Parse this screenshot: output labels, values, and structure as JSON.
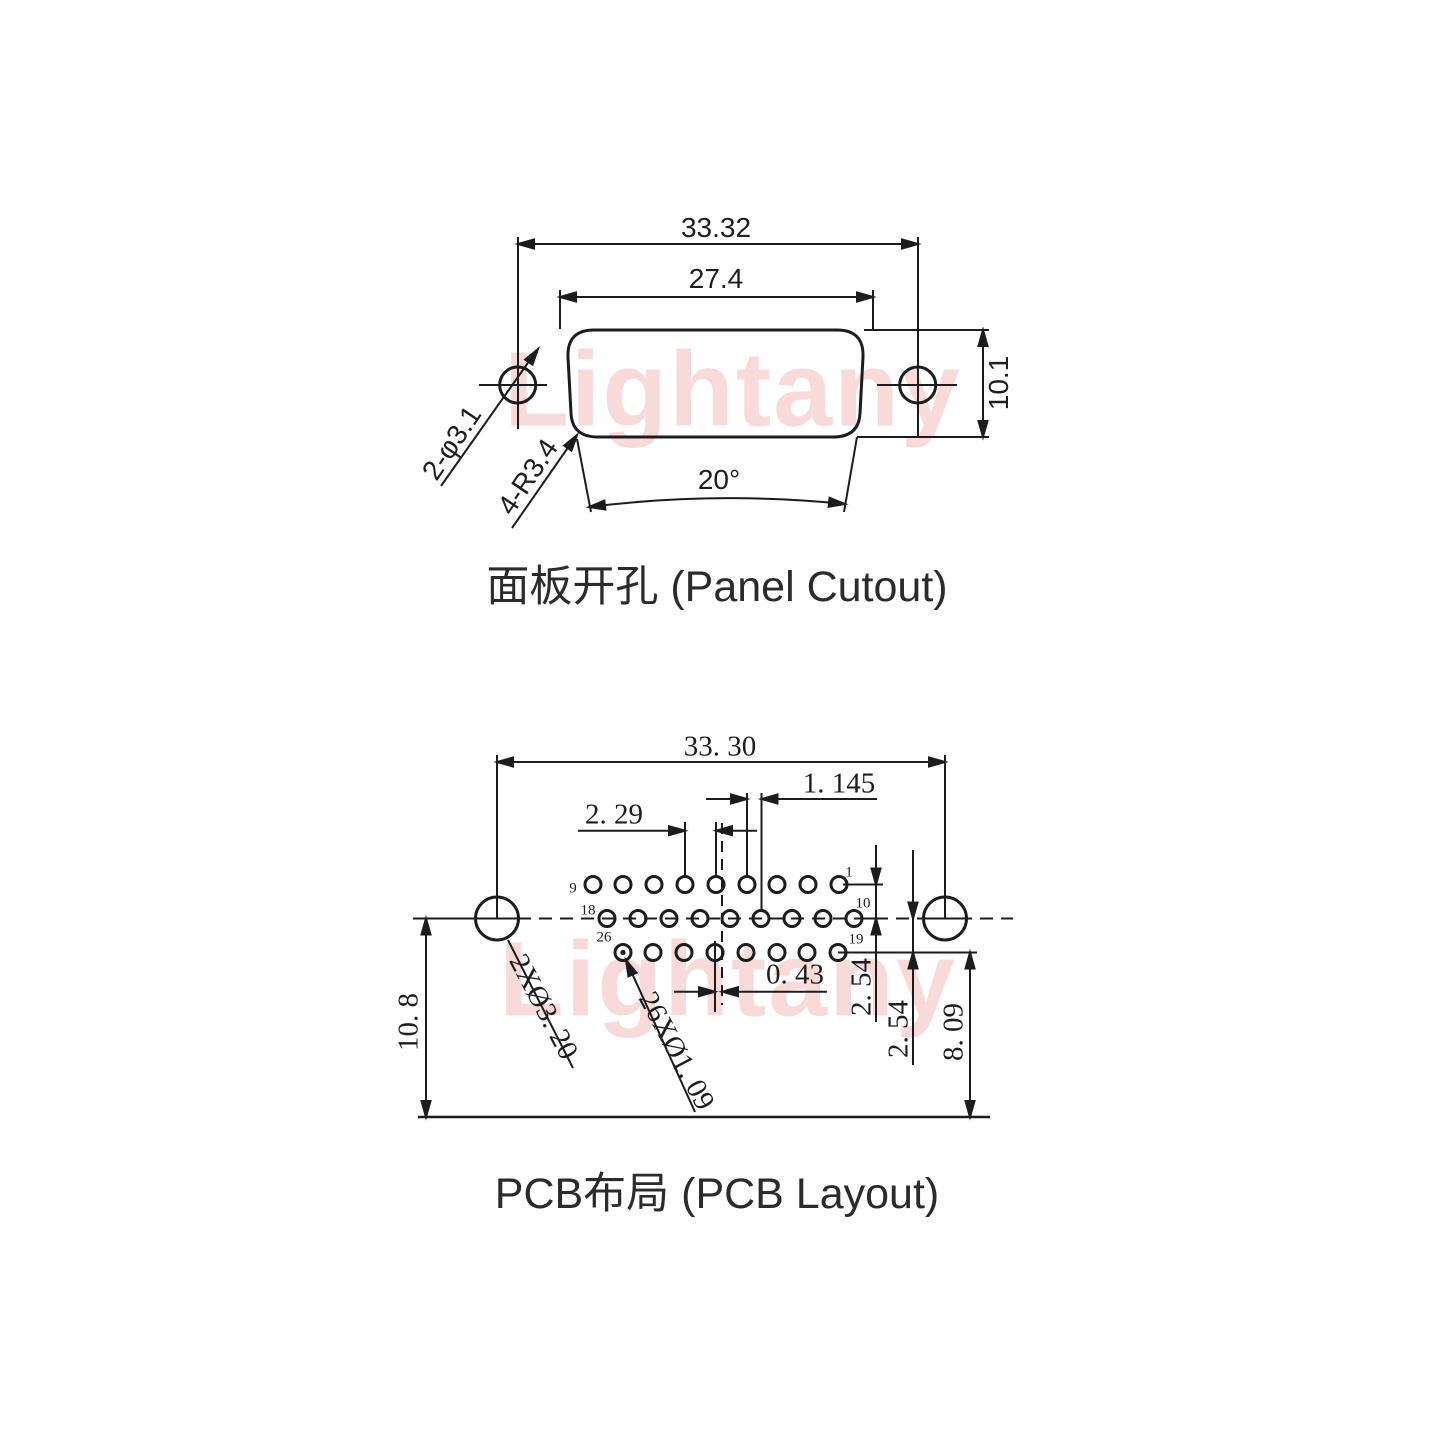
{
  "watermark": {
    "text": "Lightany",
    "color": "#f8dada"
  },
  "panel": {
    "title": "面板开孔 (Panel Cutout)",
    "dim_outer_width": "33.32",
    "dim_inner_width": "27.4",
    "dim_height": "10.1",
    "dim_angle": "20°",
    "label_holes": "2-φ3.1",
    "label_radius": "4-R3.4"
  },
  "pcb": {
    "title": "PCB布局 (PCB Layout)",
    "dim_span": "33. 30",
    "dim_half_pitch": "1. 145",
    "dim_pitch": "2. 29",
    "dim_offset": "0. 43",
    "dim_row_gap_1": "2. 54",
    "dim_row_gap_2": "2. 54",
    "dim_edge_gap": "8. 09",
    "dim_center_edge": "10. 8",
    "label_mount_holes": "2XØ3. 20",
    "label_pin_holes": "26XØ1. 09",
    "pin_labels": {
      "p1": "1",
      "p9": "9",
      "p10": "10",
      "p18": "18",
      "p19": "19",
      "p26": "26"
    }
  }
}
